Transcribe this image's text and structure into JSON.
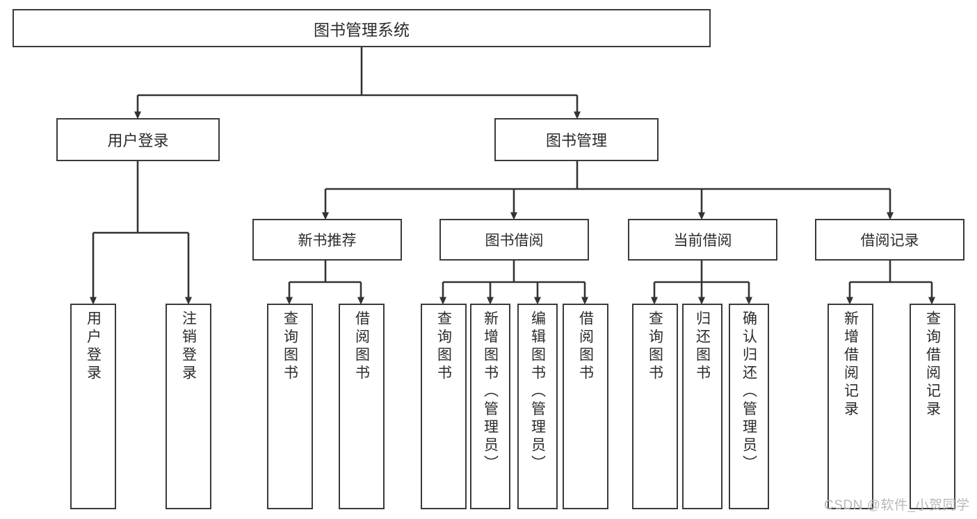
{
  "diagram": {
    "title": "图书管理系统",
    "type": "tree",
    "watermark": "CSDN @软件_小贺同学",
    "colors": {
      "box_border": "#3a3a3a",
      "box_fill": "#ffffff",
      "connector": "#333333",
      "text": "#2b2b2b",
      "watermark": "#b9b9b9",
      "background": "#ffffff"
    },
    "nodes": {
      "root": {
        "label": "图书管理系统"
      },
      "level2": [
        {
          "id": "user-login",
          "label": "用户登录"
        },
        {
          "id": "book-management",
          "label": "图书管理"
        }
      ],
      "level3": [
        {
          "id": "new-book-recommend",
          "label": "新书推荐"
        },
        {
          "id": "book-borrow",
          "label": "图书借阅"
        },
        {
          "id": "current-borrow",
          "label": "当前借阅"
        },
        {
          "id": "borrow-record",
          "label": "借阅记录"
        }
      ],
      "leaves": [
        {
          "id": "leaf-user-login",
          "label": "用户登录",
          "parent": "user-login"
        },
        {
          "id": "leaf-logout",
          "label": "注销登录",
          "parent": "user-login"
        },
        {
          "id": "leaf-query-book-1",
          "label": "查询图书",
          "parent": "new-book-recommend"
        },
        {
          "id": "leaf-borrow-book-1",
          "label": "借阅图书",
          "parent": "new-book-recommend"
        },
        {
          "id": "leaf-query-book-2",
          "label": "查询图书",
          "parent": "book-borrow"
        },
        {
          "id": "leaf-add-book",
          "label": "新增图书（管理员）",
          "parent": "book-borrow"
        },
        {
          "id": "leaf-edit-book",
          "label": "编辑图书（管理员）",
          "parent": "book-borrow"
        },
        {
          "id": "leaf-borrow-book-2",
          "label": "借阅图书",
          "parent": "book-borrow"
        },
        {
          "id": "leaf-query-book-3",
          "label": "查询图书",
          "parent": "current-borrow"
        },
        {
          "id": "leaf-return-book",
          "label": "归还图书",
          "parent": "current-borrow"
        },
        {
          "id": "leaf-confirm-return",
          "label": "确认归还（管理员）",
          "parent": "current-borrow"
        },
        {
          "id": "leaf-add-record",
          "label": "新增借阅记录",
          "parent": "borrow-record"
        },
        {
          "id": "leaf-query-record",
          "label": "查询借阅记录",
          "parent": "borrow-record"
        }
      ]
    }
  }
}
